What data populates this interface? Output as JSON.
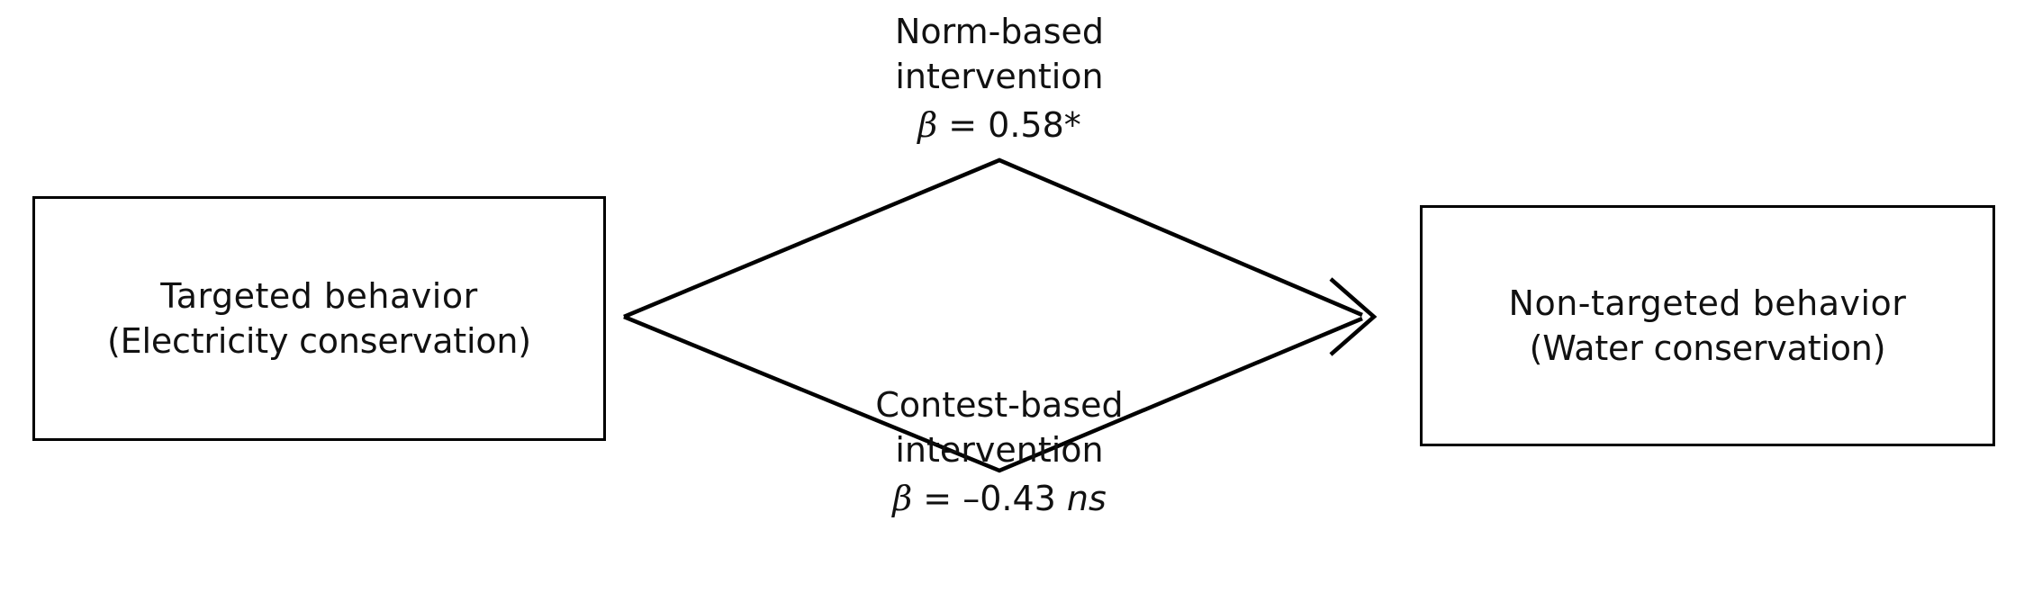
{
  "figure": {
    "type": "path-diagram",
    "background_color": "#ffffff",
    "text_color": "#111111",
    "line_color": "#000000"
  },
  "nodes": {
    "left": {
      "line1": "Targeted  behavior",
      "line2": "(Electricity conservation)"
    },
    "right": {
      "line1": "Non-targeted  behavior",
      "line2": "(Water conservation)"
    }
  },
  "paths": {
    "top": {
      "label_line1": "Norm-based",
      "label_line2": "intervention",
      "beta_symbol": "β",
      "equals": " = ",
      "coefficient": "0.58",
      "significance": "*",
      "significance_note": ""
    },
    "bottom": {
      "label_line1": "Contest-based",
      "label_line2": "intervention",
      "beta_symbol": "β",
      "equals": " = ",
      "coefficient": "–0.43",
      "significance": "",
      "significance_note": "ns"
    }
  },
  "chart_data": {
    "type": "diagram",
    "title": "",
    "from_node": "Targeted behavior (Electricity conservation)",
    "to_node": "Non-targeted behavior (Water conservation)",
    "edges": [
      {
        "name": "Norm-based intervention",
        "beta": 0.58,
        "significance": "*",
        "position": "top"
      },
      {
        "name": "Contest-based intervention",
        "beta": -0.43,
        "significance": "ns",
        "position": "bottom"
      }
    ]
  }
}
